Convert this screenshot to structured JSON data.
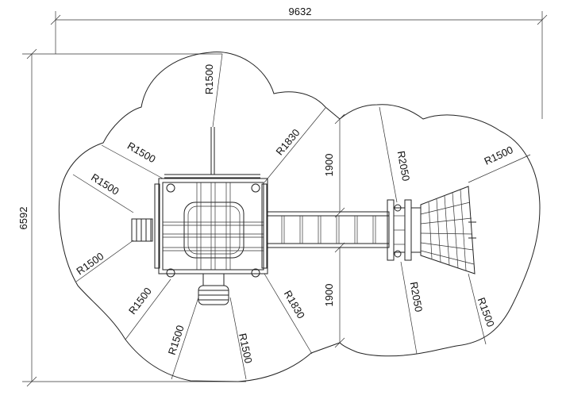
{
  "dimensions": {
    "overall_width": "9632",
    "overall_height": "6592",
    "gap_top": "1900",
    "gap_bottom": "1900"
  },
  "radii": {
    "r_top": "R1500",
    "r_upper_left": "R1500",
    "r_left": "R1500",
    "r_lower_left": "R1500",
    "r_bottom_left_a": "R1500",
    "r_bottom_left_b": "R1500",
    "r_bottom_center": "R1500",
    "r_upper_right_tower": "R1830",
    "r_lower_right_tower": "R1830",
    "r_right_upper": "R2050",
    "r_right_lower": "R2050",
    "r_far_right_top": "R1500",
    "r_far_right_bottom": "R1500"
  }
}
